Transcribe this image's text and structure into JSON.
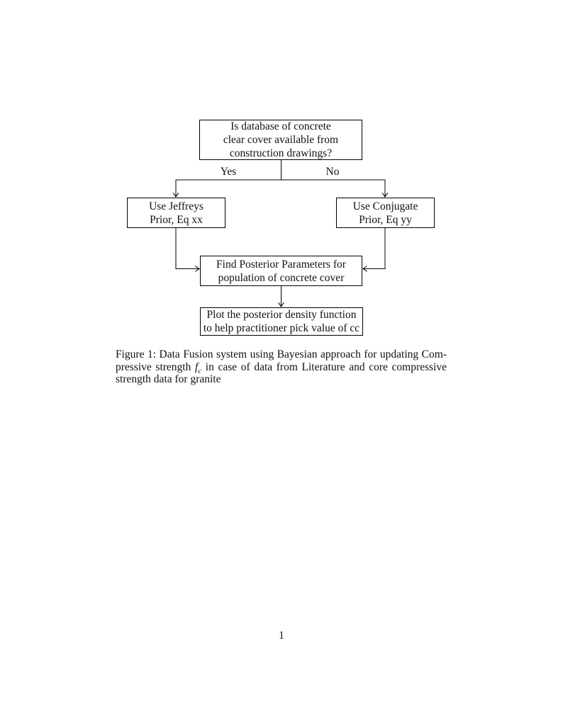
{
  "flowchart": {
    "nodes": {
      "decision": {
        "text": "Is database of concrete\nclear cover available from\nconstruction drawings?"
      },
      "jeffreys": {
        "text": "Use Jeffreys\nPrior, Eq xx"
      },
      "conjugate": {
        "text": "Use Conjugate\nPrior, Eq yy"
      },
      "posterior": {
        "text": "Find Posterior Parameters for\npopulation of concrete cover"
      },
      "plot": {
        "text": "Plot the posterior density function\nto help practitioner pick value of cc"
      }
    },
    "edge_labels": {
      "yes": "Yes",
      "no": "No"
    },
    "line_color": "#000000"
  },
  "caption": {
    "line1": "Figure 1: Data Fusion system using Bayesian approach for updating Com-",
    "line2_pre": "pressive strength ",
    "fc_base": "f",
    "fc_sub": "c",
    "line2_post": " in case of data from Literature and core compressive",
    "line3": "strength data for granite"
  },
  "page": {
    "page_number": "1"
  }
}
